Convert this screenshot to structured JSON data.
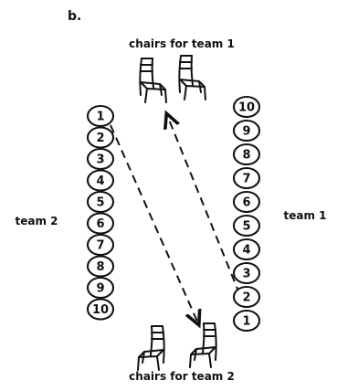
{
  "panel_label": "b.",
  "top_chairs": {
    "label": "chairs for team 1",
    "count": 2
  },
  "bottom_chairs": {
    "label": "chairs for team 2",
    "count": 2
  },
  "left_team": {
    "label": "team 2",
    "numbers": [
      "1",
      "2",
      "3",
      "4",
      "5",
      "6",
      "7",
      "8",
      "9",
      "10"
    ]
  },
  "right_team": {
    "label": "team 1",
    "numbers": [
      "10",
      "9",
      "8",
      "7",
      "6",
      "5",
      "4",
      "3",
      "2",
      "1"
    ]
  },
  "colors": {
    "ink": "#111111",
    "background": "#ffffff"
  },
  "icons": [
    "chair-icon",
    "arrow-head-icon"
  ]
}
